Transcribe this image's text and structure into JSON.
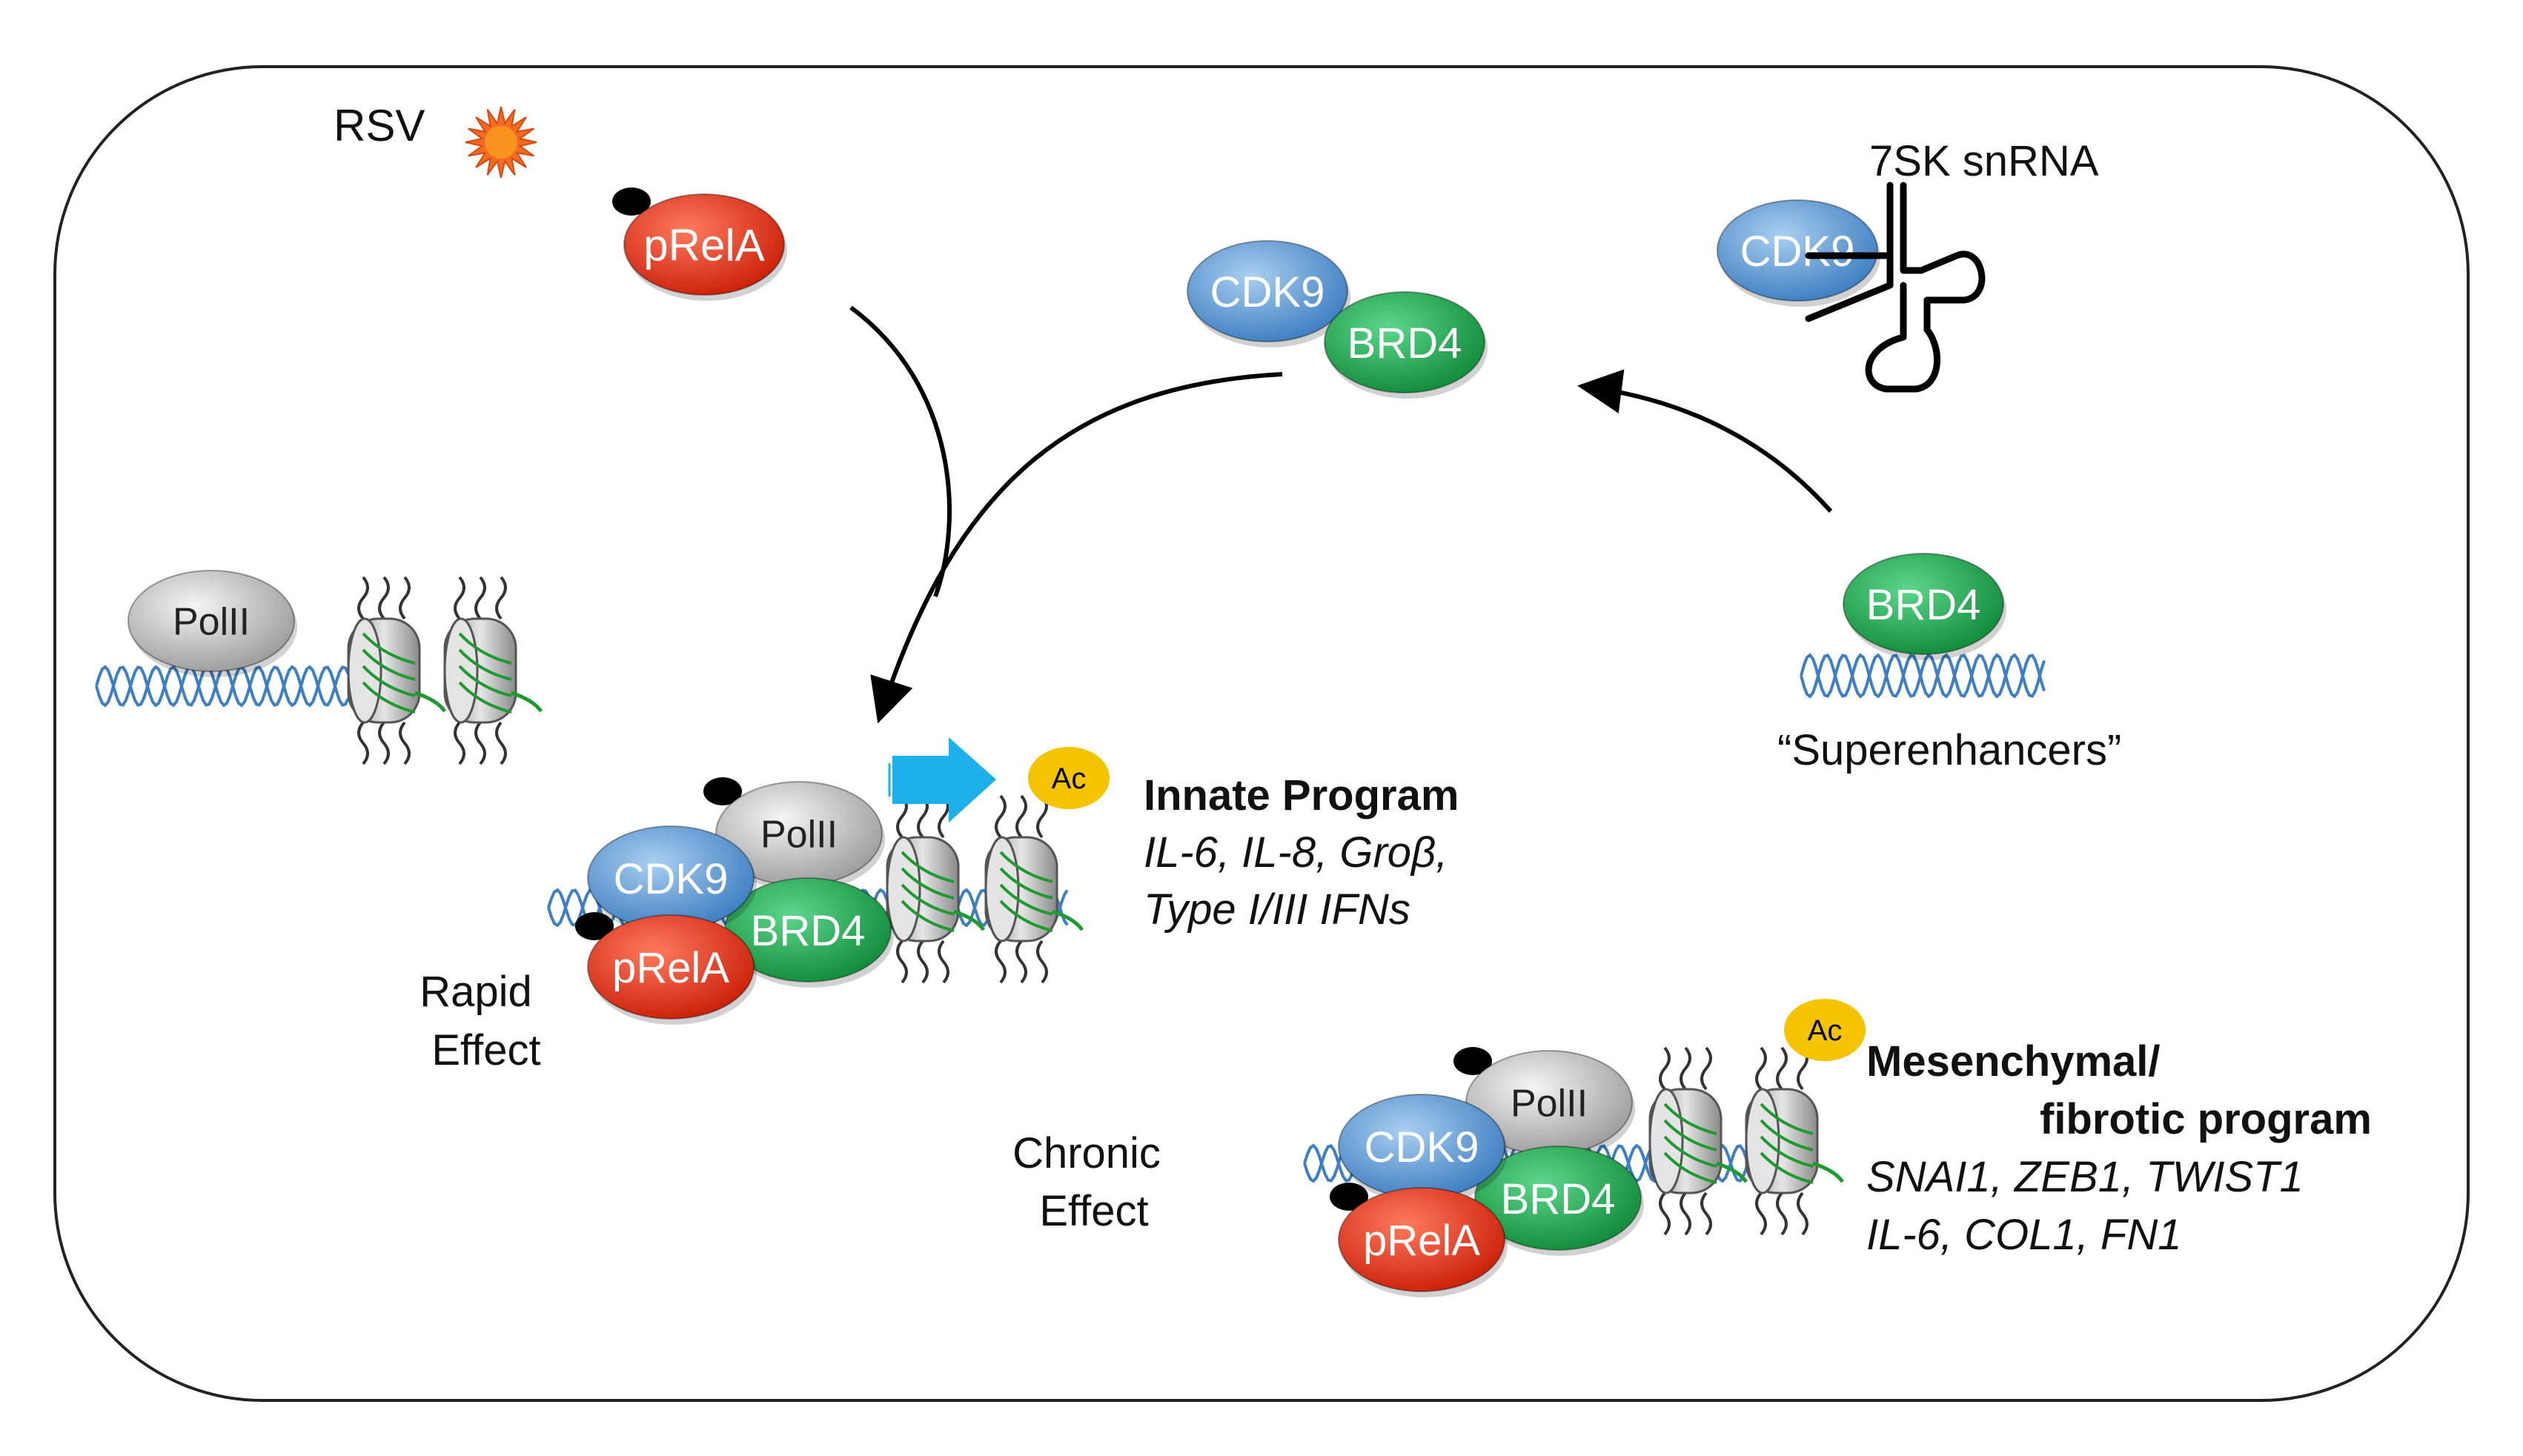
{
  "labels": {
    "rsv": "RSV",
    "prela": "pRelA",
    "cdk9": "CDK9",
    "brd4": "BRD4",
    "polii": "PolII",
    "snrna": "7SK snRNA",
    "superenhancers": "“Superenhancers”",
    "ac": "Ac",
    "rapid_1": "Rapid",
    "rapid_2": "Effect",
    "chronic_1": "Chronic",
    "chronic_2": "Effect"
  },
  "innate": {
    "title": "Innate Program",
    "genes_1": "IL-6, IL-8, Groβ,",
    "genes_2": "Type I/III IFNs"
  },
  "fibrotic": {
    "title_1": "Mesenchymal/",
    "title_2": "fibrotic program",
    "genes_1": "SNAI1, ZEB1, TWIST1",
    "genes_2": "IL-6, COL1, FN1"
  },
  "colors": {
    "prela": "#e8321c",
    "cdk9": "#5b9bd5",
    "brd4": "#1ea84a",
    "polii": "#cfcfcf",
    "ac": "#f5c400",
    "dna": "#3d7fc4",
    "big_arrow": "#1eb0ea",
    "rsv": "#f26b22"
  }
}
